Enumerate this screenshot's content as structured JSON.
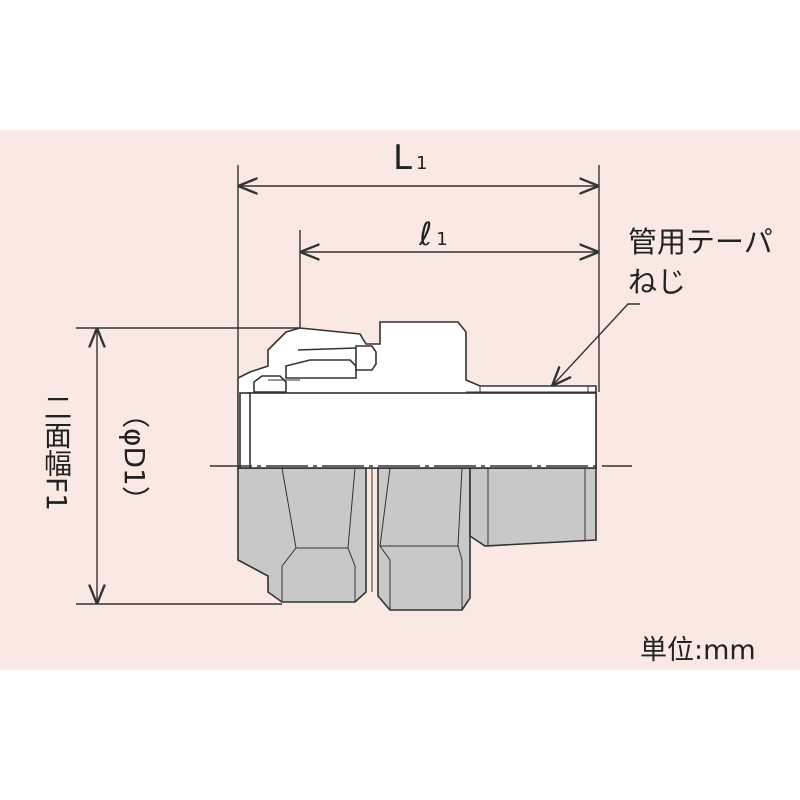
{
  "labels": {
    "overall_length": "L1",
    "overall_length_main": "L",
    "overall_length_sub": "1",
    "thread_length_main": "ℓ",
    "thread_length_sub": "1",
    "taper_thread_line1": "管用テーパ",
    "taper_thread_line2": "ねじ",
    "width_across_flats": "二面幅F1",
    "outer_diameter": "（φD1）",
    "unit": "単位:mm"
  },
  "colors": {
    "background_panel": "#fae9e3",
    "body_fill": "#ffffff",
    "section_fill": "#c8c8c8",
    "outline": "#333333"
  }
}
